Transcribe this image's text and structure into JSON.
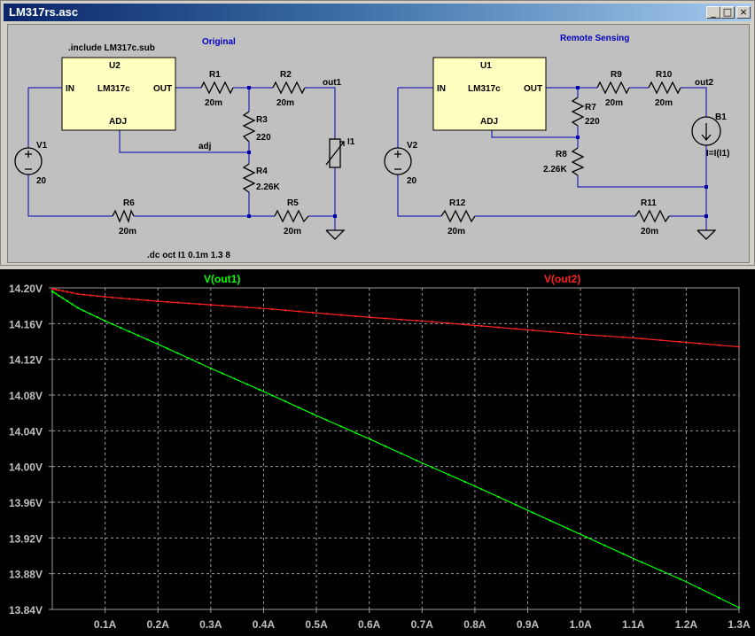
{
  "window": {
    "title": "LM317rs.asc",
    "minimize": "_",
    "maximize": "□",
    "close": "×"
  },
  "schematic": {
    "labels": {
      "include": ".include LM317c.sub",
      "original": "Original",
      "remote": "Remote Sensing",
      "dc_cmd": ".dc oct I1 0.1m 1.3 8"
    },
    "u2": {
      "name": "U2",
      "in": "IN",
      "model": "LM317c",
      "out": "OUT",
      "adj": "ADJ"
    },
    "u1": {
      "name": "U1",
      "in": "IN",
      "model": "LM317c",
      "out": "OUT",
      "adj": "ADJ"
    },
    "parts": {
      "r1": {
        "name": "R1",
        "value": "20m"
      },
      "r2": {
        "name": "R2",
        "value": "20m"
      },
      "r3": {
        "name": "R3",
        "value": "220"
      },
      "r4": {
        "name": "R4",
        "value": "2.26K"
      },
      "r5": {
        "name": "R5",
        "value": "20m"
      },
      "r6": {
        "name": "R6",
        "value": "20m"
      },
      "r7": {
        "name": "R7",
        "value": "220"
      },
      "r8": {
        "name": "R8",
        "value": "2.26K"
      },
      "r9": {
        "name": "R9",
        "value": "20m"
      },
      "r10": {
        "name": "R10",
        "value": "20m"
      },
      "r11": {
        "name": "R11",
        "value": "20m"
      },
      "r12": {
        "name": "R12",
        "value": "20m"
      },
      "v1": {
        "name": "V1",
        "value": "20"
      },
      "v2": {
        "name": "V2",
        "value": "20"
      },
      "i1": {
        "name": "I1"
      },
      "b1": {
        "name": "B1",
        "value": "I=I(I1)"
      }
    },
    "nets": {
      "out1": "out1",
      "out2": "out2",
      "adj": "adj"
    }
  },
  "plot": {
    "colors": {
      "out1": "#00ff00",
      "out2": "#ff2020",
      "bg": "#000000",
      "grid": "#9a9a9a"
    },
    "trace_labels": [
      "V(out1)",
      "V(out2)"
    ],
    "y_ticks": [
      "14.20V",
      "14.16V",
      "14.12V",
      "14.08V",
      "14.04V",
      "14.00V",
      "13.96V",
      "13.92V",
      "13.88V",
      "13.84V"
    ],
    "x_ticks": [
      "0.1A",
      "0.2A",
      "0.3A",
      "0.4A",
      "0.5A",
      "0.6A",
      "0.7A",
      "0.8A",
      "0.9A",
      "1.0A",
      "1.1A",
      "1.2A",
      "1.3A"
    ]
  },
  "chart_data": {
    "type": "line",
    "xlim": [
      0,
      1.3
    ],
    "ylim": [
      13.84,
      14.2
    ],
    "grid": true,
    "legend": "top",
    "series": [
      {
        "name": "V(out1)",
        "color": "#00ff00",
        "x": [
          0.0001,
          0.05,
          0.1,
          0.2,
          0.3,
          0.4,
          0.5,
          0.6,
          0.7,
          0.8,
          0.9,
          1.0,
          1.1,
          1.2,
          1.3
        ],
        "y": [
          14.196,
          14.177,
          14.163,
          14.137,
          14.11,
          14.084,
          14.057,
          14.031,
          14.004,
          13.978,
          13.951,
          13.924,
          13.897,
          13.871,
          13.842
        ]
      },
      {
        "name": "V(out2)",
        "color": "#ff2020",
        "x": [
          0.0001,
          0.05,
          0.1,
          0.2,
          0.3,
          0.4,
          0.5,
          0.6,
          0.7,
          0.8,
          0.9,
          1.0,
          1.1,
          1.2,
          1.3
        ],
        "y": [
          14.199,
          14.193,
          14.19,
          14.185,
          14.181,
          14.177,
          14.172,
          14.167,
          14.163,
          14.158,
          14.153,
          14.148,
          14.144,
          14.139,
          14.134
        ]
      }
    ]
  }
}
